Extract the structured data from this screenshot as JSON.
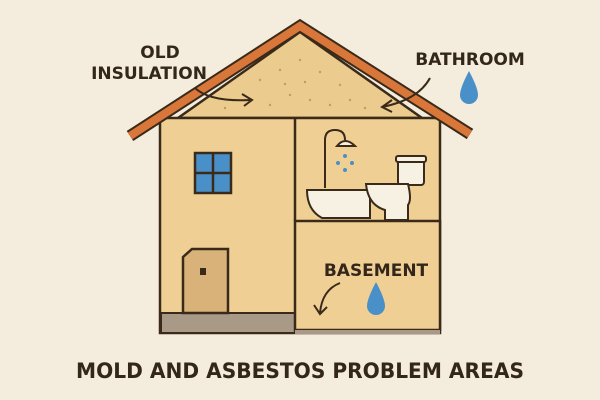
{
  "labels": {
    "old_insulation_line1": "OLD",
    "old_insulation_line2": "INSULATION",
    "bathroom": "BATHROOM",
    "basement": "BASEMENT"
  },
  "title": "MOLD AND ASBESTOS PROBLEM AREAS",
  "colors": {
    "background": "#f4ecdc",
    "wall": "#f0cf95",
    "roof": "#d9773a",
    "outline": "#3a2a1a",
    "water": "#4a90c8",
    "ground": "#a89a86"
  }
}
